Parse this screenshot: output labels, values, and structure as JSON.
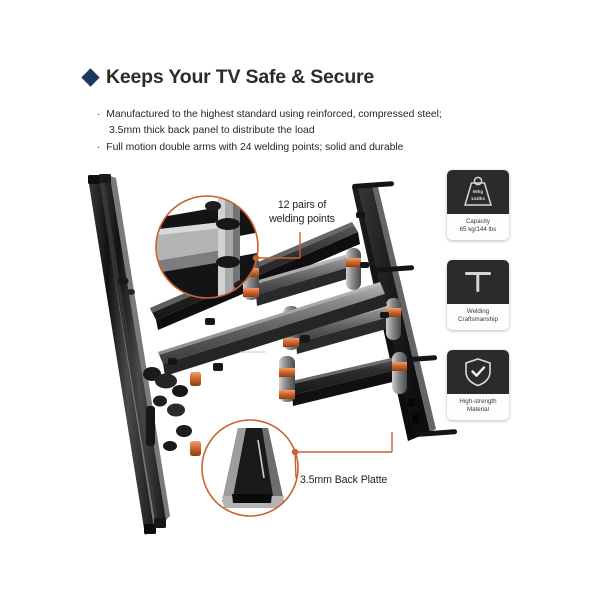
{
  "page": {
    "background": "#ffffff",
    "accent_orange": "#c8622f",
    "accent_navy": "#1b3a5e",
    "metal_dark": "#2b2b2b",
    "metal_light": "#9a9a9a"
  },
  "header": {
    "bullet_icon": "diamond-icon",
    "title": "Keeps Your TV Safe & Secure",
    "bullets": [
      {
        "marker": "·",
        "line1": "Manufactured to the highest standard using reinforced, compressed steel;",
        "line2": "3.5mm thick back panel to distribute the load"
      },
      {
        "marker": "·",
        "line1": "Full motion double arms with 24 welding points; solid and durable",
        "line2": ""
      }
    ]
  },
  "callouts": [
    {
      "id": "welding-points",
      "label_line1": "12 pairs of",
      "label_line2": "welding points",
      "magnifier": "welding-joint-detail"
    },
    {
      "id": "back-plate",
      "label_line1": "3.5mm Back Platte",
      "label_line2": "",
      "magnifier": "back-plate-detail"
    }
  ],
  "badges": [
    {
      "id": "capacity",
      "icon": "weight-icon",
      "icon_text_line1": "65kg",
      "icon_text_line2": "144lbs",
      "caption_line1": "Capacity",
      "caption_line2": "65 kg/144 lbs"
    },
    {
      "id": "welding",
      "icon": "weld-t-joint-icon",
      "icon_text_line1": "",
      "icon_text_line2": "",
      "caption_line1": "Welding",
      "caption_line2": "Craftsmanship"
    },
    {
      "id": "material",
      "icon": "shield-check-icon",
      "icon_text_line1": "",
      "icon_text_line2": "",
      "caption_line1": "High-strength",
      "caption_line2": "Material"
    }
  ],
  "product": {
    "name": "full-motion-tv-wall-mount",
    "description": "Double articulating arm TV wall mount with steel back plate"
  }
}
